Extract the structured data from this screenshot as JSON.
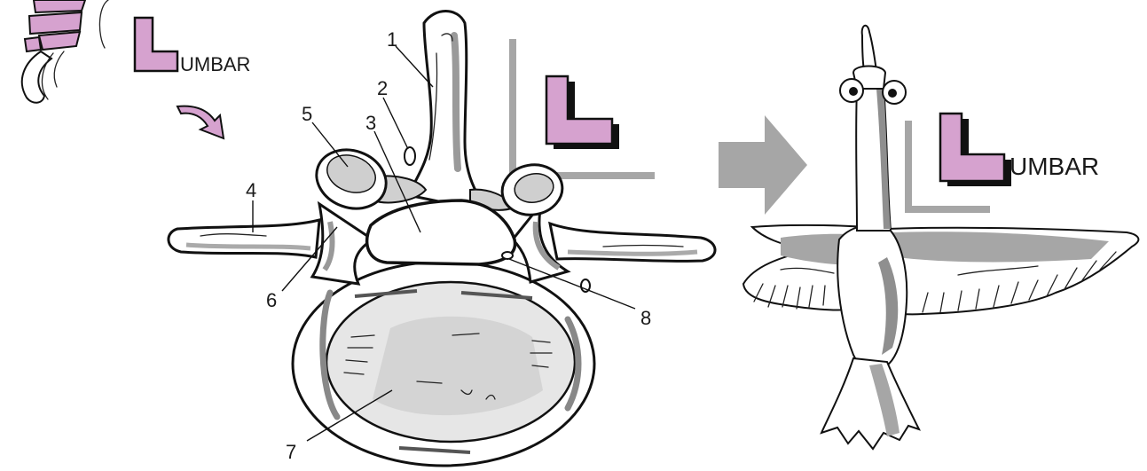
{
  "labels": {
    "umbar_small": "UMBAR",
    "umbar_large": "UMBAR"
  },
  "callouts": [
    "1",
    "2",
    "3",
    "4",
    "5",
    "6",
    "7",
    "8"
  ],
  "colors": {
    "pink": "#d6a2cf",
    "gray": "#a6a6a6",
    "light_gray": "#d9d9d9",
    "ink": "#111111"
  },
  "icons": [
    "spine-icon",
    "curved-arrow-icon",
    "block-arrow-icon",
    "letter-l-icon",
    "bird-cartoon"
  ]
}
